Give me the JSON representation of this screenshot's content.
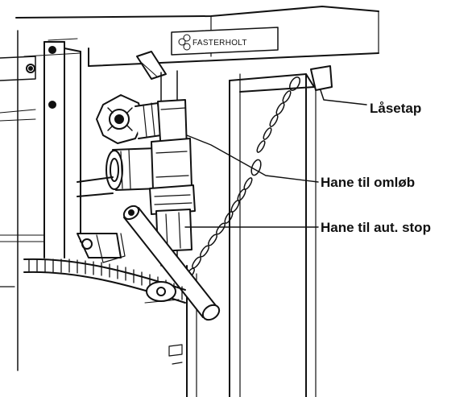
{
  "brand": "FASTERHOLT",
  "labels": {
    "locking_pin": "Låsetap",
    "bypass_valve": "Hane til omløb",
    "auto_stop_valve": "Hane til aut. stop"
  }
}
